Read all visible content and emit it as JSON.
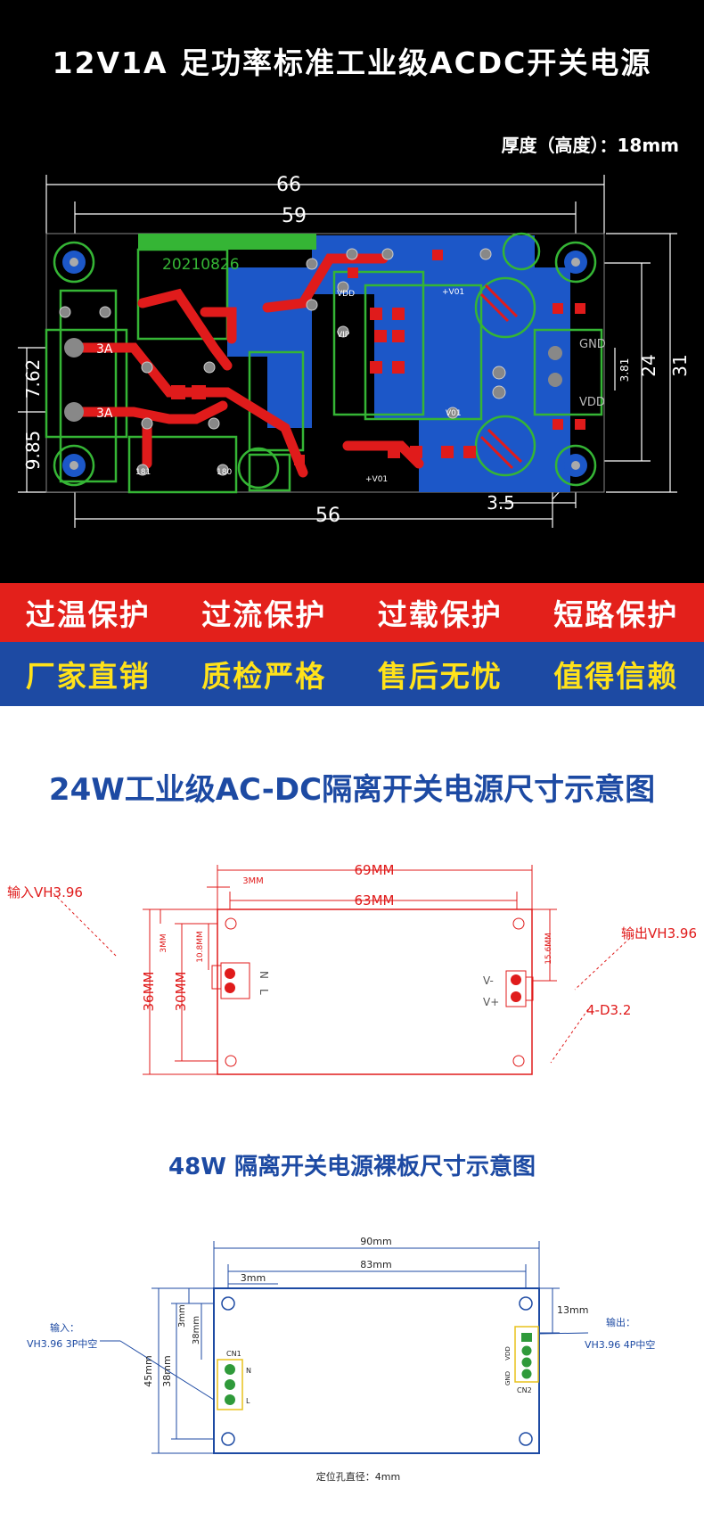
{
  "hero": {
    "title": "12V1A 足功率标准工业级ACDC开关电源",
    "thickness": "厚度（高度）：18mm",
    "dims": {
      "d66": "66",
      "d59": "59",
      "d56": "56",
      "d35": "3.5",
      "d24": "24",
      "d31": "31",
      "d762": "7.62",
      "d985": "9.85",
      "d381": "3.81"
    },
    "board_date": "20210826",
    "labels": {
      "ac1": "3A",
      "ac2": "3A",
      "gnd": "GND",
      "vdd": "VDD",
      "vdd_pad": "VDD",
      "vip": "VIP",
      "vo1": "+V01",
      "vo2": "V01",
      "vo3": "+V01",
      "r181": "181",
      "r180": "180"
    },
    "colors": {
      "green": "#35b535",
      "red": "#e01b1b",
      "copper_blue": "#1c57c8",
      "bg": "#000000"
    }
  },
  "features_red": [
    "过温保护",
    "过流保护",
    "过载保护",
    "短路保护"
  ],
  "features_blue": [
    "厂家直销",
    "质检严格",
    "售后无忧",
    "值得信赖"
  ],
  "d24w": {
    "title": "24W工业级AC-DC隔离开关电源尺寸示意图",
    "dim_69": "69MM",
    "dim_63": "63MM",
    "dim_3": "3MM",
    "dim_3v": "3MM",
    "dim_108": "10.8MM",
    "dim_156": "15.6MM",
    "dim_36": "36MM",
    "dim_30": "30MM",
    "input": "输入VH3.96",
    "output": "输出VH3.96",
    "holes": "4-D3.2",
    "n": "N",
    "l": "L",
    "vminus": "V-",
    "vplus": "V+"
  },
  "d48w": {
    "title": "48W 隔离开关电源裸板尺寸示意图",
    "dim_90": "90mm",
    "dim_83": "83mm",
    "dim_3": "3mm",
    "dim_13": "13mm",
    "dim_45": "45mm",
    "dim_38a": "38mm",
    "dim_3v": "3mm",
    "dim_38b": "38mm",
    "input_label": "输入：",
    "input_spec": "VH3.96 3P中空",
    "output_label": "输出：",
    "output_spec": "VH3.96 4P中空",
    "cn1": "CN1",
    "cn2": "CN2",
    "n": "N",
    "l": "L",
    "vdd": "VDD",
    "gnd": "GND",
    "hole_diam": "定位孔直径：4mm"
  }
}
